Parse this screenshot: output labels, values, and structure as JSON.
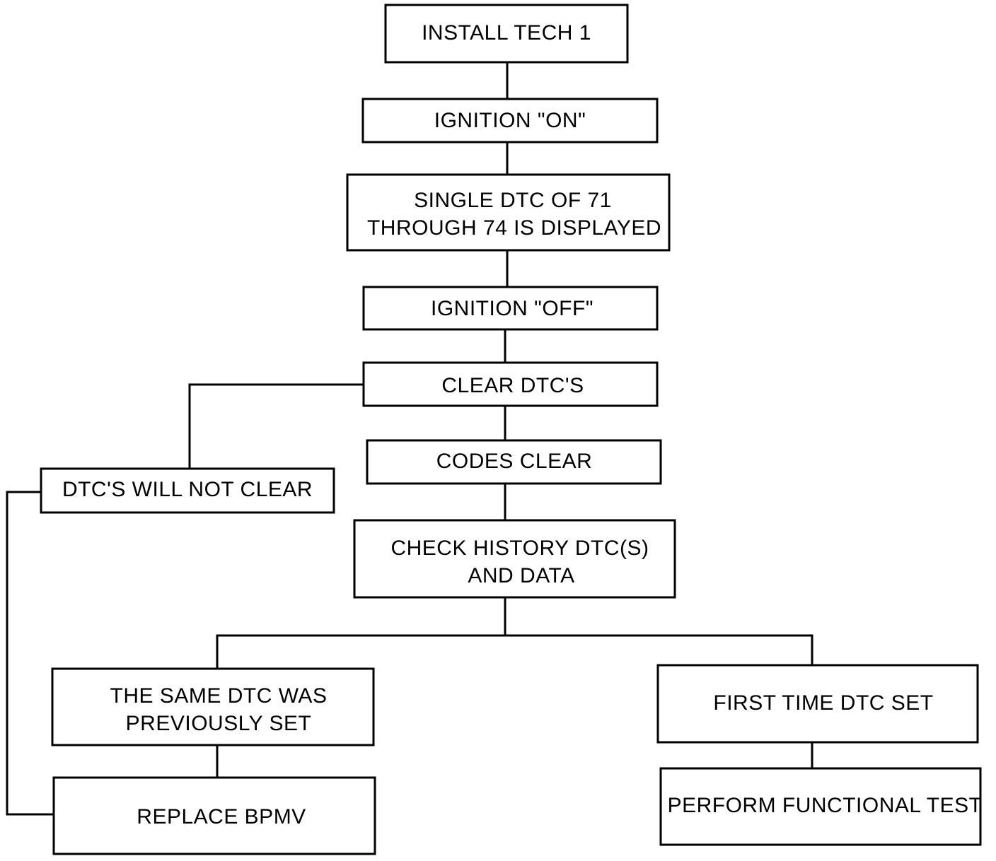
{
  "steps": {
    "install_tech1": "INSTALL TECH 1",
    "ignition_on": "IGNITION \"ON\"",
    "single_dtc": [
      "SINGLE DTC OF 71",
      "THROUGH 74 IS DISPLAYED"
    ],
    "ignition_off": "IGNITION \"OFF\"",
    "clear_dtcs": "CLEAR DTC'S",
    "codes_clear": "CODES CLEAR",
    "dtcs_will_not_clear": "DTC'S WILL NOT CLEAR",
    "check_history": [
      "CHECK HISTORY DTC(S)",
      "AND DATA"
    ],
    "same_dtc_previously_set": [
      "THE SAME DTC WAS",
      "PREVIOUSLY SET"
    ],
    "first_time_dtc_set": "FIRST TIME DTC SET",
    "replace_bpmv": "REPLACE BPMV",
    "perform_functional_test": "PERFORM FUNCTIONAL TEST"
  }
}
